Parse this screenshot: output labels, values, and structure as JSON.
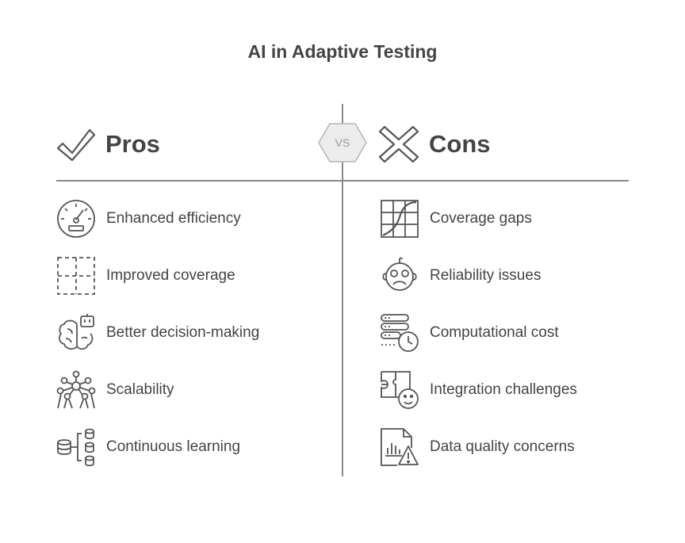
{
  "title": "AI in Adaptive Testing",
  "vs_label": "VS",
  "pros": {
    "heading": "Pros",
    "items": [
      {
        "label": "Enhanced efficiency",
        "icon": "speedometer-icon"
      },
      {
        "label": "Improved coverage",
        "icon": "dashed-grid-icon"
      },
      {
        "label": "Better decision-making",
        "icon": "brain-robot-icon"
      },
      {
        "label": "Scalability",
        "icon": "network-people-icon"
      },
      {
        "label": "Continuous learning",
        "icon": "database-flow-icon"
      }
    ]
  },
  "cons": {
    "heading": "Cons",
    "items": [
      {
        "label": "Coverage gaps",
        "icon": "grid-curve-icon"
      },
      {
        "label": "Reliability issues",
        "icon": "robot-face-icon"
      },
      {
        "label": "Computational cost",
        "icon": "server-clock-icon"
      },
      {
        "label": "Integration challenges",
        "icon": "puzzle-face-icon"
      },
      {
        "label": "Data quality concerns",
        "icon": "file-chart-warning-icon"
      }
    ]
  },
  "colors": {
    "text": "#444444",
    "stroke": "#555555",
    "divider": "#8a8a8a",
    "vs_fill": "#ececec"
  }
}
